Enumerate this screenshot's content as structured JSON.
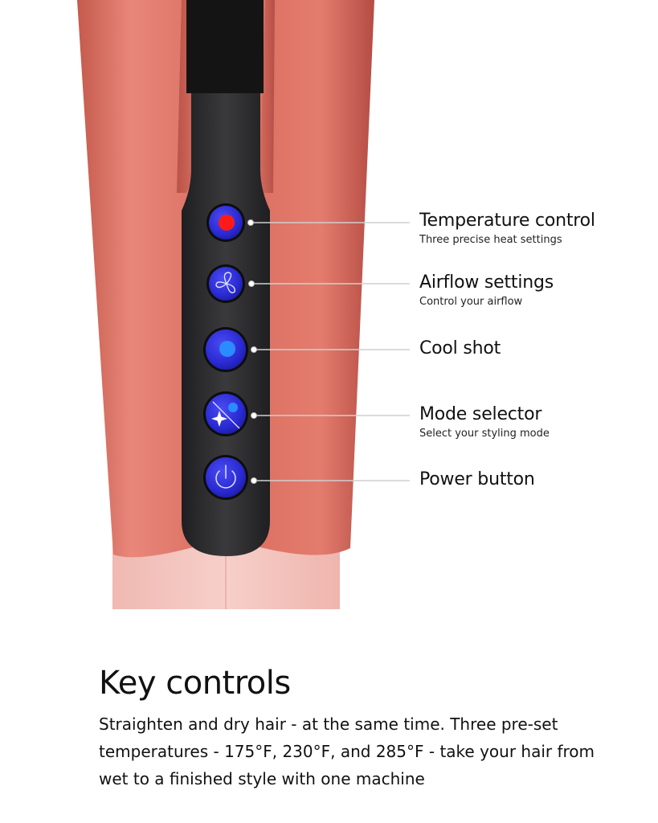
{
  "colors": {
    "body_copper": "#e0796a",
    "body_copper_dark": "#b9514a",
    "base_pink": "#f4c2bc",
    "panel_dark": "#2b2b2d",
    "button_blue": "#2f2fd8",
    "temp_dot_red": "#ff1a1a",
    "cool_dot_blue": "#2b8cff",
    "leader_line": "#cfcfcf"
  },
  "controls": [
    {
      "title": "Temperature control",
      "subtitle": "Three precise heat settings",
      "icon": "red-dot-icon"
    },
    {
      "title": "Airflow settings",
      "subtitle": "Control your airflow",
      "icon": "fan-icon"
    },
    {
      "title": "Cool shot",
      "subtitle": "",
      "icon": "blue-dot-icon"
    },
    {
      "title": "Mode selector",
      "subtitle": "Select your styling mode",
      "icon": "sparkle-icon"
    },
    {
      "title": "Power button",
      "subtitle": "",
      "icon": "power-icon"
    }
  ],
  "heading": "Key controls",
  "body": "Straighten and dry hair - at the same time. Three pre-set temperatures - 175°F, 230°F, and 285°F - take your hair from wet to a finished style with one machine"
}
